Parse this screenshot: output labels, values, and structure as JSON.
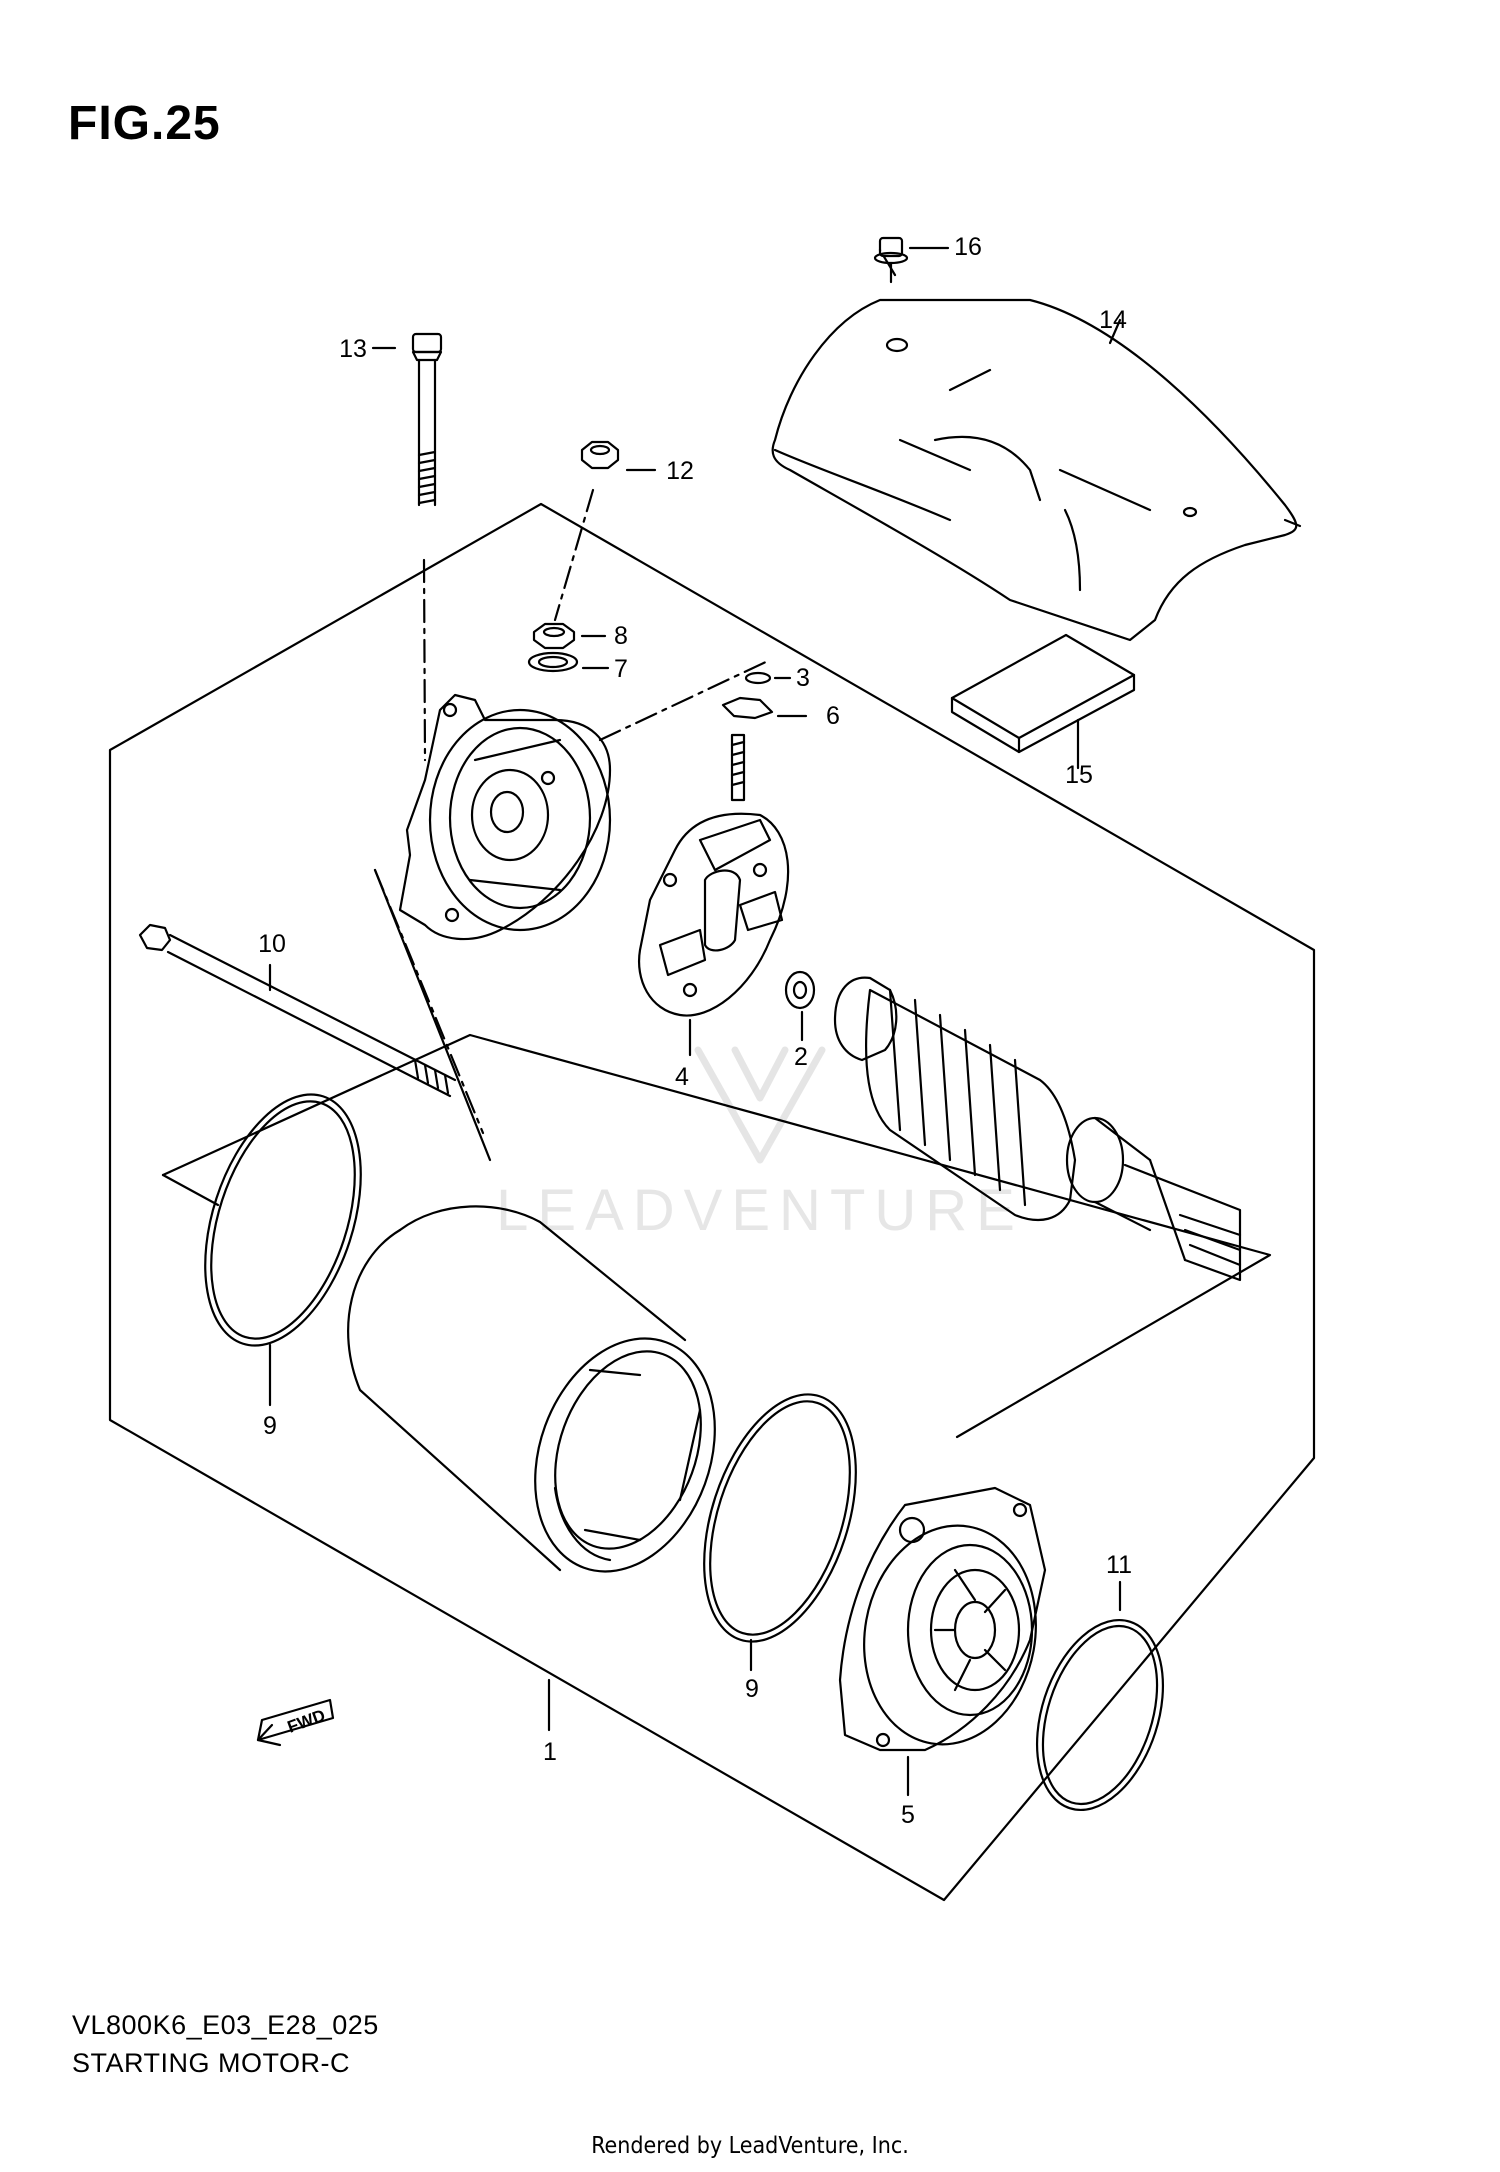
{
  "figure": {
    "title": "FIG.25"
  },
  "caption": {
    "model_code": "VL800K6_E03_E28_025",
    "name": "STARTING MOTOR-C"
  },
  "footer": {
    "rendered_by": "Rendered by LeadVenture, Inc."
  },
  "watermark": {
    "text": "LEADVENTURE"
  },
  "fwd_label": "FWD",
  "callouts": {
    "c1": "1",
    "c2": "2",
    "c3": "3",
    "c4": "4",
    "c5": "5",
    "c6": "6",
    "c7": "7",
    "c8": "8",
    "c9a": "9",
    "c9b": "9",
    "c10": "10",
    "c11": "11",
    "c12": "12",
    "c13": "13",
    "c14": "14",
    "c15": "15",
    "c16": "16"
  }
}
